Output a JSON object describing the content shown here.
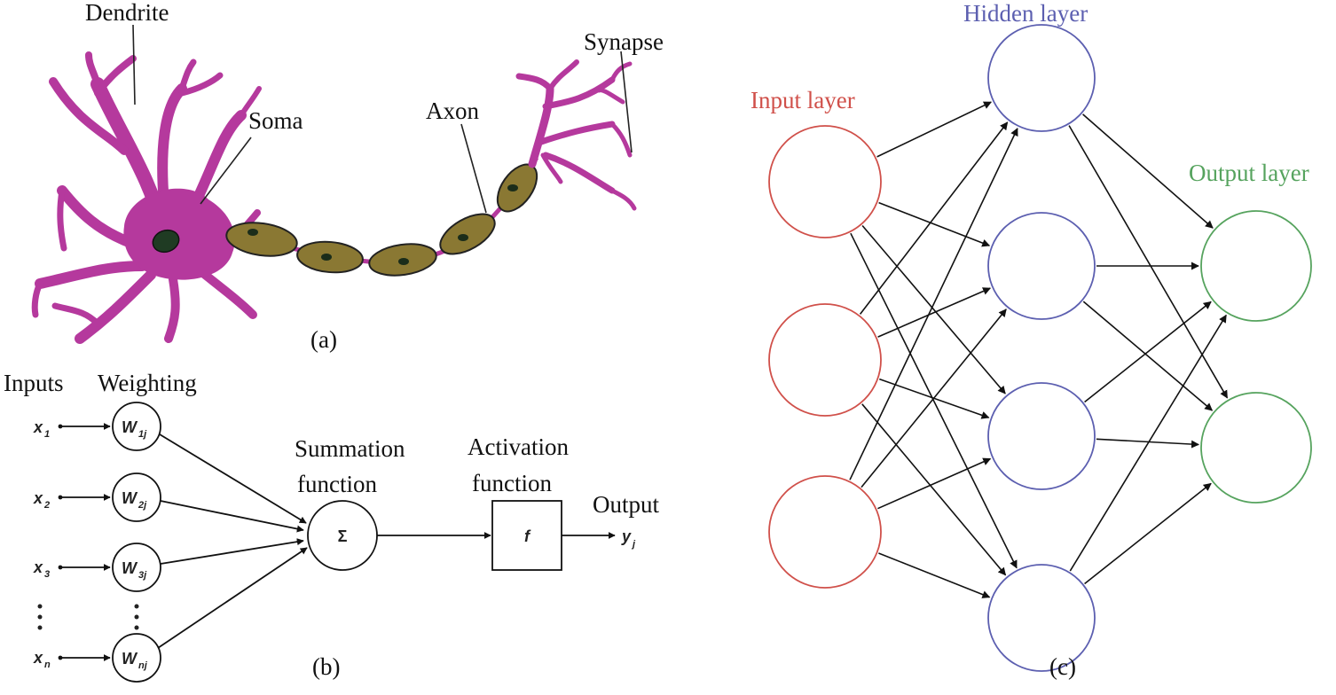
{
  "panel_a": {
    "caption": "(a)",
    "labels": {
      "dendrite": "Dendrite",
      "soma": "Soma",
      "axon": "Axon",
      "synapse": "Synapse"
    },
    "colors": {
      "neuron": "#b5399d",
      "myelin": "#8a7833",
      "nucleus": "#1f3b23"
    }
  },
  "panel_b": {
    "caption": "(b)",
    "headers": {
      "inputs": "Inputs",
      "weighting": "Weighting"
    },
    "inputs": [
      {
        "base": "x",
        "sub": "1"
      },
      {
        "base": "x",
        "sub": "2"
      },
      {
        "base": "x",
        "sub": "3"
      },
      {
        "base": "x",
        "sub": "n"
      }
    ],
    "weights": [
      {
        "base": "W",
        "sub": "1j"
      },
      {
        "base": "W",
        "sub": "2j"
      },
      {
        "base": "W",
        "sub": "3j"
      },
      {
        "base": "W",
        "sub": "nj"
      }
    ],
    "summation_label_1": "Summation",
    "summation_label_2": "function",
    "summation_symbol": "Σ",
    "activation_label_1": "Activation",
    "activation_label_2": "function",
    "activation_symbol": "f",
    "output_label": "Output",
    "output_symbol": {
      "base": "y",
      "sub": "j"
    }
  },
  "panel_c": {
    "caption": "(c)",
    "input_layer_label": "Input layer",
    "hidden_layer_label": "Hidden layer",
    "output_layer_label": "Output layer",
    "colors": {
      "input": "#d0504a",
      "hidden": "#5c5fb0",
      "output": "#56a35e"
    },
    "layer_sizes": [
      3,
      4,
      2
    ]
  }
}
